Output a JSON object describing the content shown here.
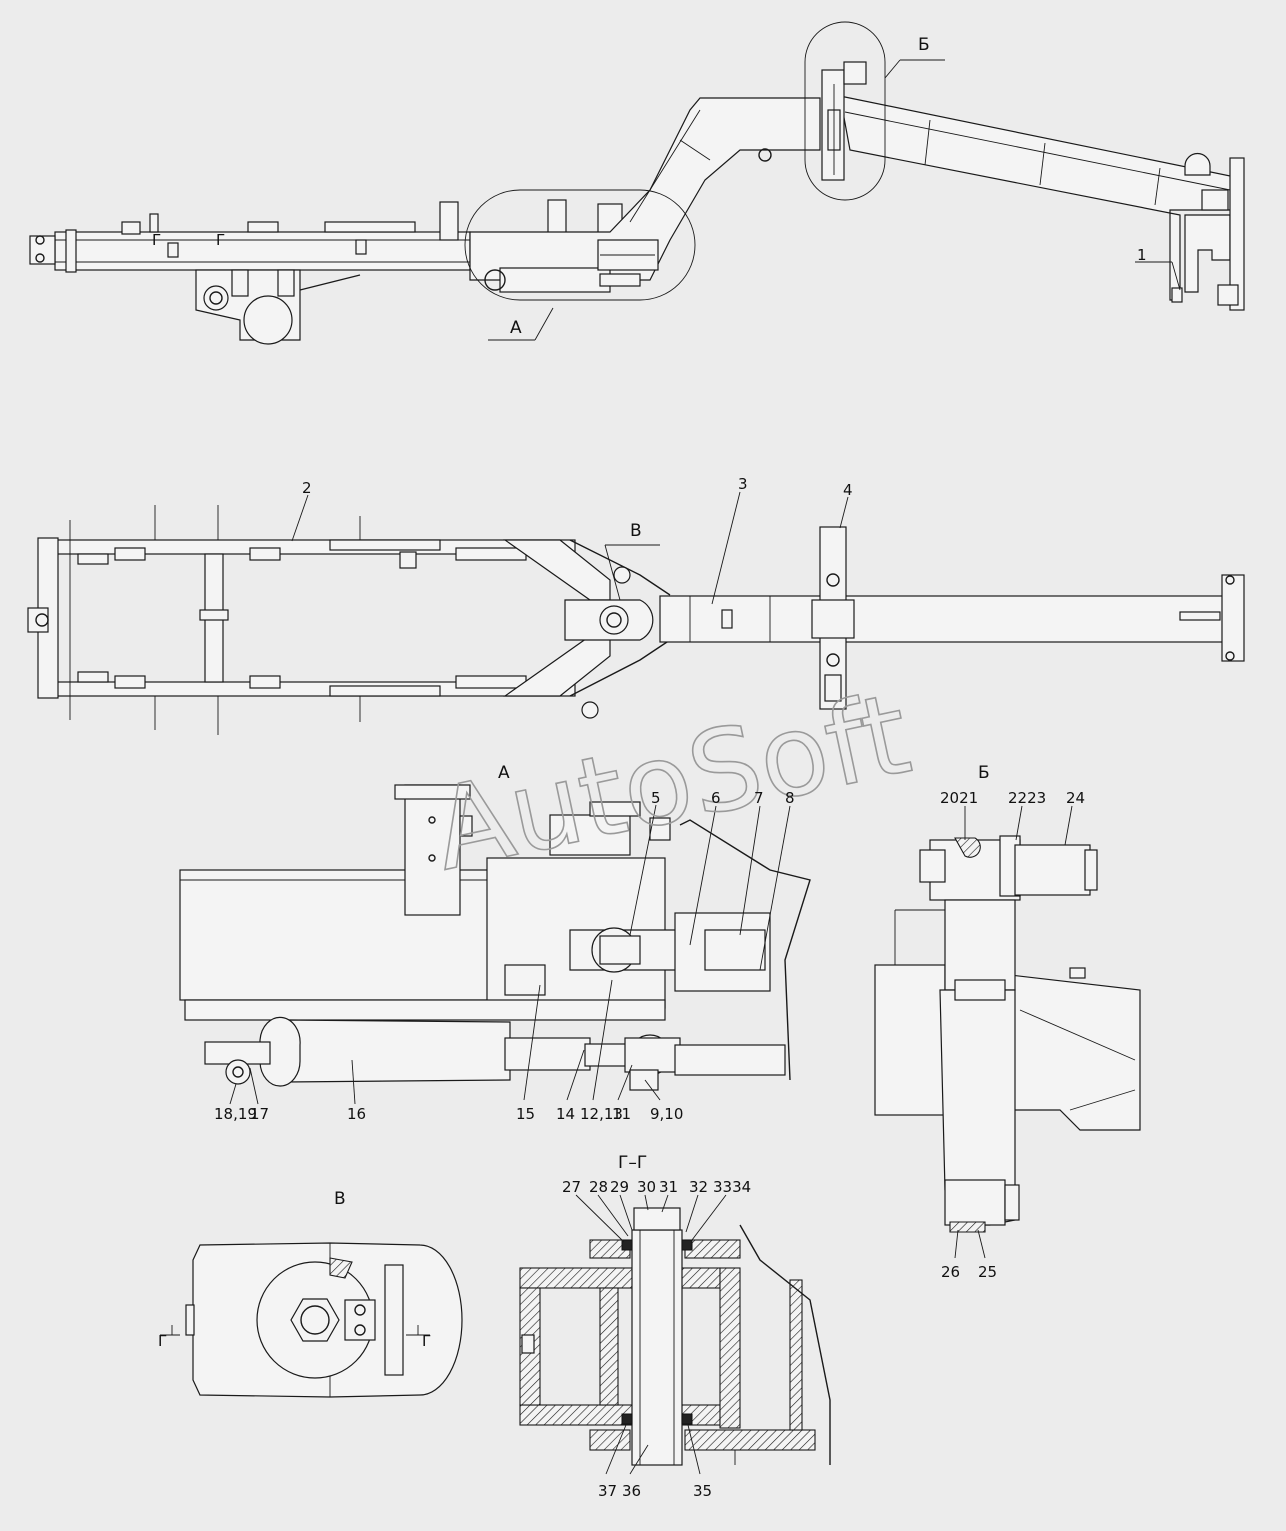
{
  "watermark": "AutoSoft",
  "views": {
    "A": "А",
    "B": "Б",
    "V": "В",
    "GG": "Г–Г",
    "G_mark": "Г"
  },
  "callouts": [
    "1",
    "2",
    "3",
    "4",
    "5",
    "6",
    "7",
    "8",
    "9,10",
    "11",
    "12,13",
    "14",
    "15",
    "16",
    "17",
    "18,19",
    "2021",
    "2223",
    "24",
    "25",
    "26",
    "27",
    "28",
    "29",
    "30",
    "31",
    "32",
    "3334",
    "35",
    "36",
    "37"
  ],
  "colors": {
    "background": "#ececec",
    "line": "#1a1a1a",
    "watermark": "#9a9a9a"
  }
}
